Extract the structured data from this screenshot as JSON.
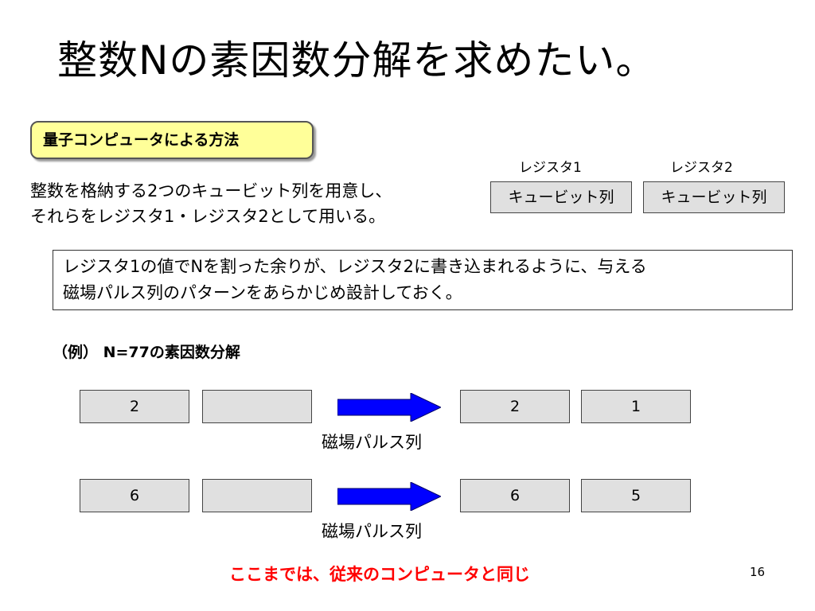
{
  "slide": {
    "title": "整数Nの素因数分解を求めたい。",
    "method_badge": "量子コンピュータによる方法",
    "registers": {
      "label_1": "レジスタ1",
      "label_2": "レジスタ2",
      "box_1": "キュービット列",
      "box_2": "キュービット列"
    },
    "description": {
      "line_1": "整数を格納する2つのキュービット列を用意し、",
      "line_2": "それらをレジスタ1・レジスタ2として用いる。"
    },
    "note": {
      "line_1": "レジスタ1の値でNを割った余りが、レジスタ2に書き込まれるように、与える",
      "line_2": "磁場パルス列のパターンをあらかじめ設計しておく。"
    },
    "example": {
      "title": "（例）  N=77の素因数分解",
      "rows": [
        {
          "before_reg1": "2",
          "before_reg2": "",
          "arrow_label": "磁場パルス列",
          "after_reg1": "2",
          "after_reg2": "1"
        },
        {
          "before_reg1": "6",
          "before_reg2": "",
          "arrow_label": "磁場パルス列",
          "after_reg1": "6",
          "after_reg2": "5"
        }
      ]
    },
    "footer_note": "ここまでは、従来のコンピュータと同じ",
    "page_number": "16"
  },
  "colors": {
    "badge_fill": "#ffff99",
    "box_fill": "#e0e0e0",
    "arrow_fill": "#0000ff",
    "footer_text": "#ff0000"
  }
}
